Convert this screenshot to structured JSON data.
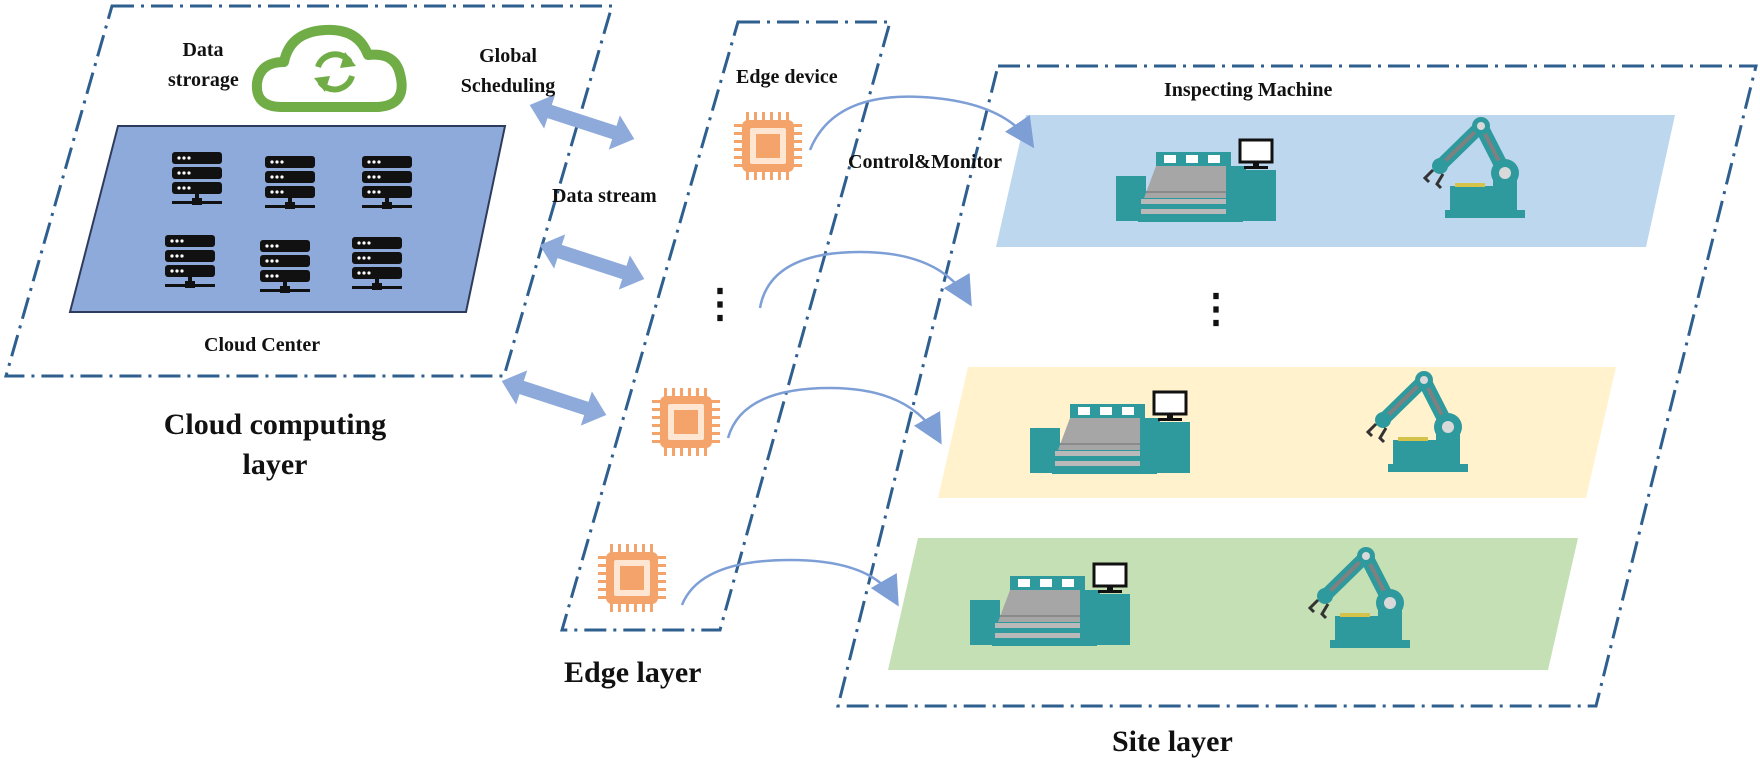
{
  "cloud_layer": {
    "title": "Cloud computing layer",
    "title_line1": "Cloud computing",
    "title_line2": "layer",
    "data_storage_line1": "Data",
    "data_storage_line2": "strorage",
    "global_scheduling_line1": "Global",
    "global_scheduling_line2": "Scheduling",
    "cloud_center": "Cloud Center"
  },
  "edge_layer": {
    "title": "Edge layer",
    "edge_device": "Edge device",
    "data_stream": "Data stream",
    "ellipsis": "⋮"
  },
  "site_layer": {
    "title": "Site layer",
    "inspecting_machine": "Inspecting Machine",
    "control_monitor": "Control&Monitor",
    "ellipsis": "⋮"
  },
  "colors": {
    "frame_dash": "#2e5f8f",
    "server_panel": "#8eaadb",
    "arrow_blue": "#8eaadb",
    "chip_orange": "#f4a46a",
    "cloud_green": "#70ad47",
    "row_blue": "#bdd7ee",
    "row_yellow": "#fff2cc",
    "row_green": "#c5e0b4",
    "machine_teal": "#2e9a9e"
  }
}
